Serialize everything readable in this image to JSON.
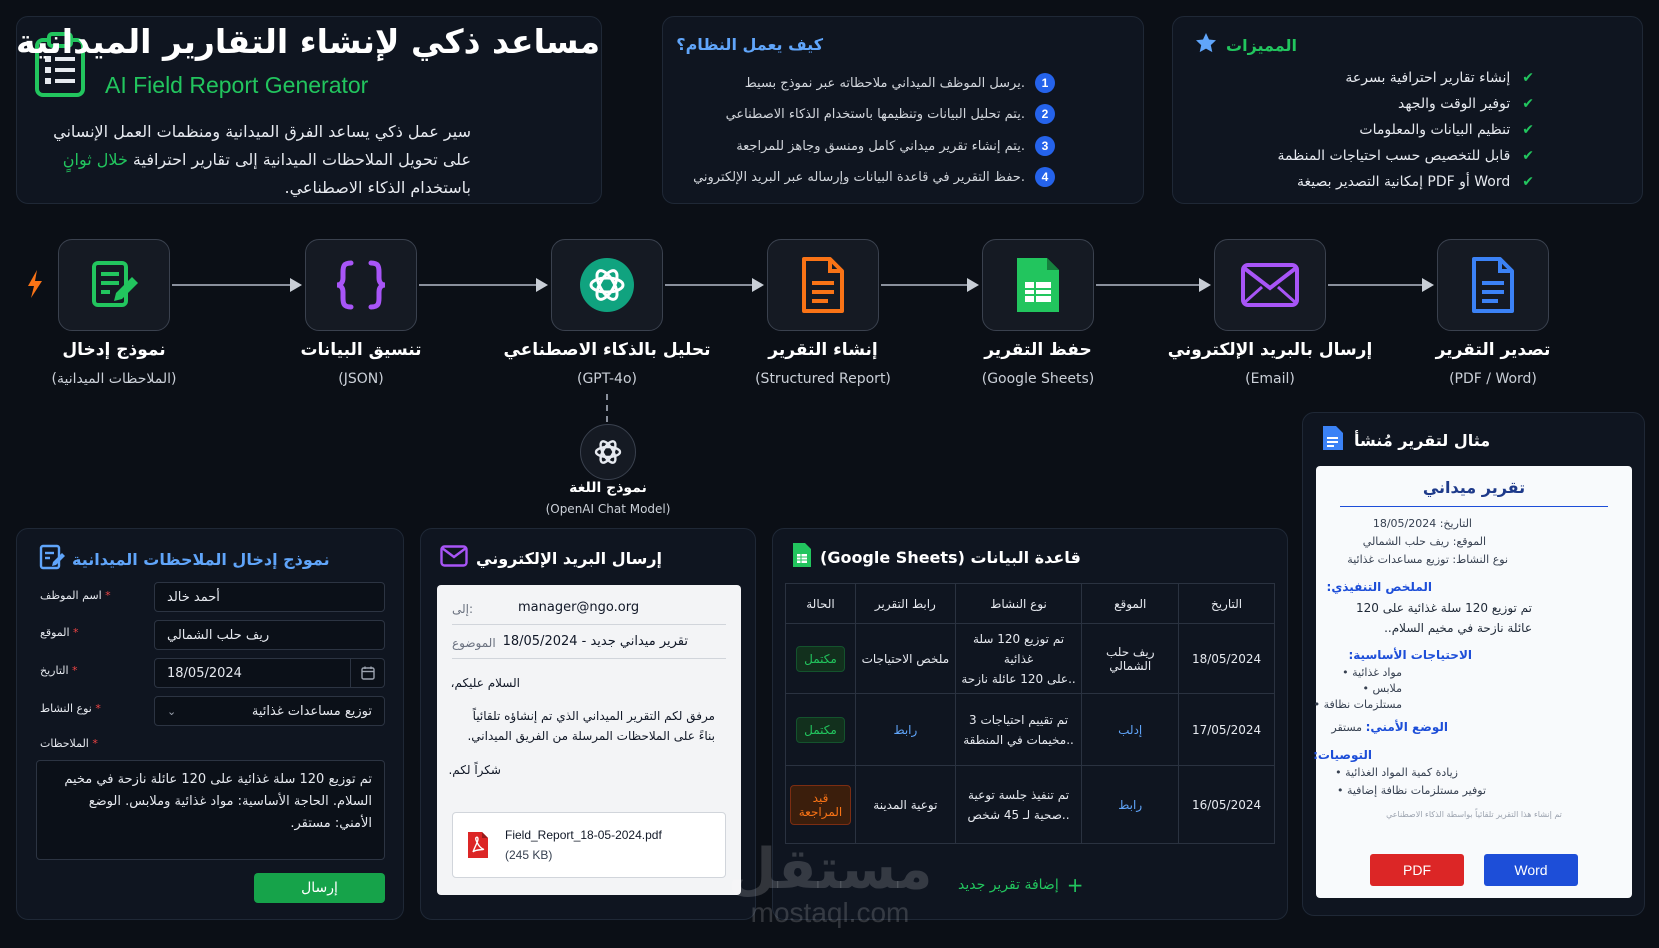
{
  "header": {
    "title": "مساعد ذكي لإنشاء التقارير الميدانية",
    "subtitle": "AI Field Report Generator",
    "desc_line1": "سير عمل ذكي يساعد الفرق الميدانية ومنظمات العمل الإنساني",
    "desc_line2_a": "على تحويل الملاحظات الميدانية إلى تقارير احترافية ",
    "desc_line2_b": "خلال ثوانٍ",
    "desc_line3": "باستخدام الذكاء الاصطناعي."
  },
  "how": {
    "title": "كيف يعمل النظام؟",
    "steps": [
      {
        "n": "1",
        "text": "يرسل الموظف الميداني ملاحظاته عبر نموذج بسيط."
      },
      {
        "n": "2",
        "text": "يتم تحليل البيانات وتنظيمها باستخدام الذكاء الاصطناعي."
      },
      {
        "n": "3",
        "text": "يتم إنشاء تقرير ميداني كامل ومنسق وجاهز للمراجعة."
      },
      {
        "n": "4",
        "text": "حفظ التقرير في قاعدة البيانات وإرساله عبر البريد الإلكتروني."
      }
    ]
  },
  "features": {
    "title": "المميزات",
    "items": [
      "إنشاء تقارير احترافية بسرعة",
      "توفير الوقت والجهد",
      "تنظيم البيانات والمعلومات",
      "قابل للتخصيص حسب احتياجات المنظمة",
      "إمكانية التصدير بصيغة PDF أو Word"
    ]
  },
  "flow": {
    "nodes": [
      {
        "label": "نموذج إدخال",
        "sub": "(الملاحظات الميدانية)"
      },
      {
        "label": "تنسيق البيانات",
        "sub": "(JSON)"
      },
      {
        "label": "تحليل بالذكاء الاصطناعي",
        "sub": "(GPT-4o)"
      },
      {
        "label": "إنشاء التقرير",
        "sub": "(Structured Report)"
      },
      {
        "label": "حفظ التقرير",
        "sub": "(Google Sheets)"
      },
      {
        "label": "إرسال بالبريد الإلكتروني",
        "sub": "(Email)"
      },
      {
        "label": "تصدير التقرير",
        "sub": "(PDF / Word)"
      }
    ],
    "model_label": "نموذج اللغة",
    "model_sub": "(OpenAI Chat Model)"
  },
  "form": {
    "title": "نموذج إدخال الملاحظات الميدانية",
    "name_label": "اسم الموظف",
    "name_value": "أحمد خالد",
    "loc_label": "الموقع",
    "loc_value": "ريف حلب الشمالي",
    "date_label": "التاريخ",
    "date_value": "18/05/2024",
    "type_label": "نوع النشاط",
    "type_value": "توزيع مساعدات غذائية",
    "notes_label": "الملاحظات",
    "notes_value": "تم توزيع 120 سلة غذائية على 120 عائلة نازحة في مخيم السلام. الحاجة الأساسية: مواد غذائية وملابس. الوضع الأمني: مستقر.",
    "submit": "إرسال"
  },
  "email": {
    "title": "إرسال البريد الإلكتروني",
    "to_label": "إلى:",
    "to_value": "manager@ngo.org",
    "subject_label": "الموضوع",
    "subject_value": "تقرير ميداني جديد - 18/05/2024",
    "greeting": "السلام عليكم،",
    "body": "مرفق لكم التقرير الميداني الذي تم إنشاؤه تلقائياً بناءً على الملاحظات المرسلة من الفريق الميداني.",
    "thanks": "شكراً لكم.",
    "attachment_name": "Field_Report_18-05-2024.pdf",
    "attachment_size": "(245 KB)"
  },
  "db": {
    "title": "قاعدة البيانات (Google Sheets)",
    "headers": [
      "التاريخ",
      "الموقع",
      "نوع النشاط",
      "رابط التقرير",
      "الحالة"
    ],
    "rows": [
      {
        "date": "18/05/2024",
        "loc": "ريف حلب الشمالي",
        "act1": "تم توزيع 120 سلة غذائية",
        "act2": "على 120 عائلة نازحة..",
        "link": "ملخص الاحتياجات",
        "status": "مكتمل"
      },
      {
        "date": "17/05/2024",
        "loc": "إدلب",
        "act1": "تم تقييم احتياجات 3",
        "act2": "مخيمات في المنطقة..",
        "link": "رابط",
        "status": "مكتمل"
      },
      {
        "date": "16/05/2024",
        "loc": "رابط",
        "act1": "تم تنفيذ جلسة توعية",
        "act2": "صحية لـ 45 شخص..",
        "link": "توعية المدينة",
        "status": "قيد المراجعة"
      }
    ],
    "add_label": "إضافة تقرير جديد"
  },
  "sample": {
    "title": "مثال لتقرير مُنشأ",
    "doc_title": "تقرير ميداني",
    "date_line": "التاريخ: 18/05/2024",
    "loc_line": "الموقع: ريف حلب الشمالي",
    "type_line": "نوع النشاط: توزيع مساعدات غذائية",
    "summary_h": "الملخص التنفيذي:",
    "summary": "تم توزيع 120 سلة غذائية على 120 عائلة نازحة في مخيم السلام..",
    "needs_h": "الاحتياجات الأساسية:",
    "needs": [
      "مواد غذائية",
      "ملابس",
      "مستلزمات نظافة"
    ],
    "sec_h": "الوضع الأمني:",
    "sec_v": " مستقر",
    "rec_h": "التوصيات:",
    "recs": [
      "زيادة كمية المواد الغذائية",
      "توفير مستلزمات نظافة إضافية"
    ],
    "footer": "تم إنشاء هذا التقرير تلقائياً بواسطة الذكاء الاصطناعي",
    "pdf": "PDF",
    "word": "Word"
  },
  "watermark": {
    "ar": "مستقل",
    "en": "mostaql.com"
  },
  "colors": {
    "green": "#22c55e",
    "blue": "#2563eb",
    "purple": "#a855f7",
    "orange": "#f97316",
    "red": "#dc2626",
    "teal": "#10a37f"
  }
}
